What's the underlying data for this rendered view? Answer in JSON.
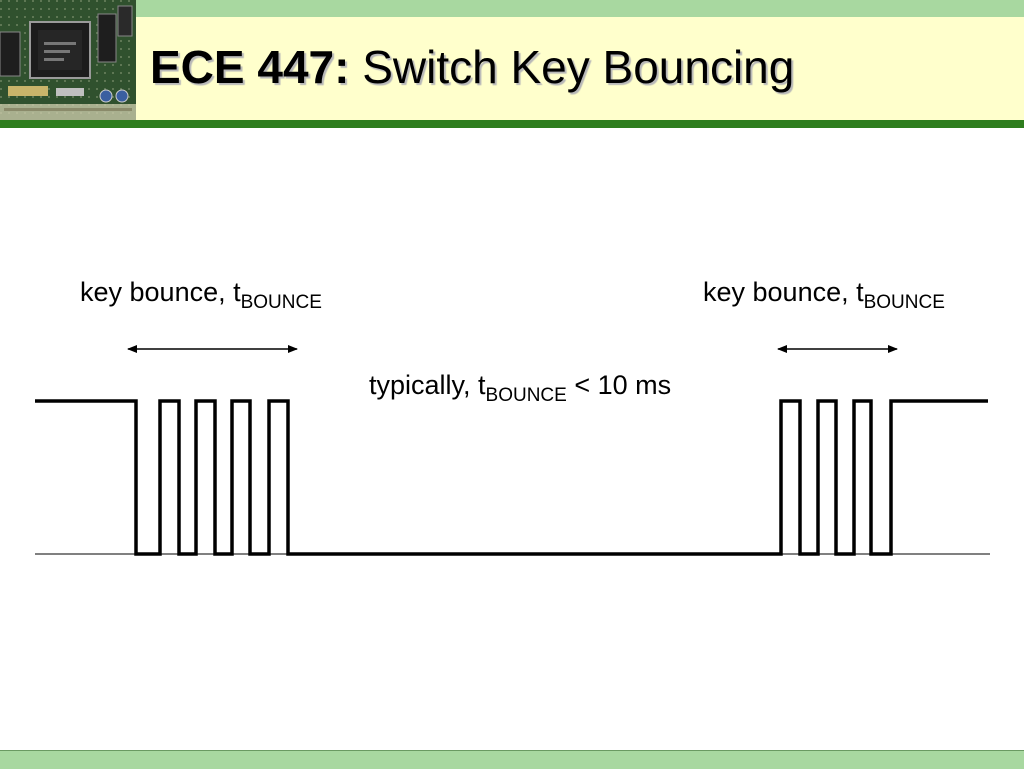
{
  "slide": {
    "title_prefix": "ECE 447:",
    "title_text": "Switch Key Bouncing"
  },
  "labels": {
    "bounce_left": {
      "text": "key bounce, t",
      "subscript": "BOUNCE"
    },
    "bounce_right": {
      "text": "key bounce, t",
      "subscript": "BOUNCE"
    },
    "typical": {
      "text_before": "typically, t",
      "subscript": "BOUNCE",
      "text_after": " < 10 ms"
    }
  },
  "colors": {
    "top_strip": "#a8d8a0",
    "title_background": "#ffffcc",
    "green_rule": "#2e7d1e",
    "signal": "#000000"
  },
  "icons": {
    "header_image": "circuit-board-photo"
  }
}
